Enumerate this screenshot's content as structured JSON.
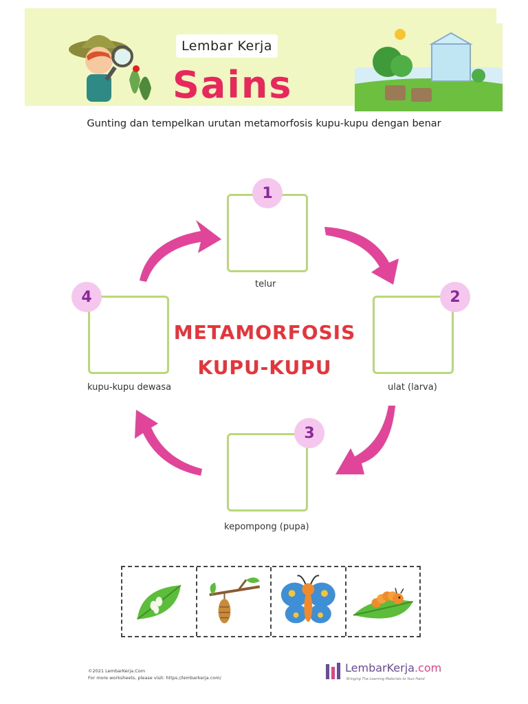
{
  "header": {
    "subtitle": "Lembar Kerja",
    "title": "Sains"
  },
  "instruction": "Gunting dan tempelkan urutan metamorfosis kupu-kupu dengan benar",
  "center_title": {
    "line1": "METAMORFOSIS",
    "line2": "KUPU-KUPU"
  },
  "stages": [
    {
      "number": "1",
      "label": "telur"
    },
    {
      "number": "2",
      "label": "ulat (larva)"
    },
    {
      "number": "3",
      "label": "kepompong (pupa)"
    },
    {
      "number": "4",
      "label": "kupu-kupu dewasa"
    }
  ],
  "cutouts": [
    {
      "icon": "leaf-with-eggs-icon"
    },
    {
      "icon": "cocoon-on-branch-icon"
    },
    {
      "icon": "butterfly-icon"
    },
    {
      "icon": "caterpillar-on-leaf-icon"
    }
  ],
  "footer": {
    "copyright": "©2021 LembarKerja.Com",
    "more": "For more worksheets, please visit: https://lembarkerja.com/",
    "brand": "LembarKerja",
    "brand_suffix": ".com",
    "tagline": "Bringing The Learning Materials to Your Hand"
  },
  "colors": {
    "banner_bg": "#f1f7c3",
    "title": "#e8285c",
    "center_title": "#e8333a",
    "arrow": "#e0459a",
    "box_border": "#b9d87a",
    "badge_bg": "#f6c7ee",
    "badge_text": "#8a2a9a"
  }
}
